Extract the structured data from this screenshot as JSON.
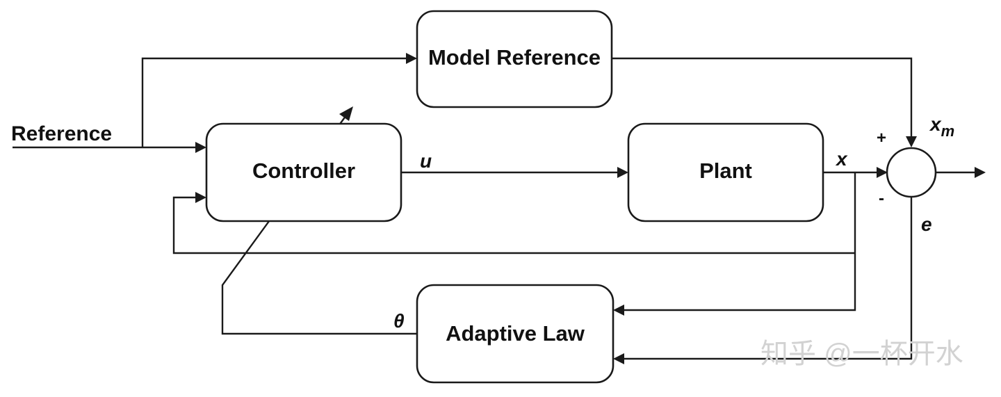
{
  "blocks": {
    "model_reference": "Model Reference",
    "controller": "Controller",
    "plant": "Plant",
    "adaptive_law": "Adaptive Law"
  },
  "inputs": {
    "reference": "Reference"
  },
  "signals": {
    "u": "u",
    "x": "x",
    "xm_base": "x",
    "xm_sub": "m",
    "e": "e",
    "theta": "θ"
  },
  "summing_junction": {
    "plus": "+",
    "minus": "-"
  },
  "watermark": "知乎 @一杯开水"
}
